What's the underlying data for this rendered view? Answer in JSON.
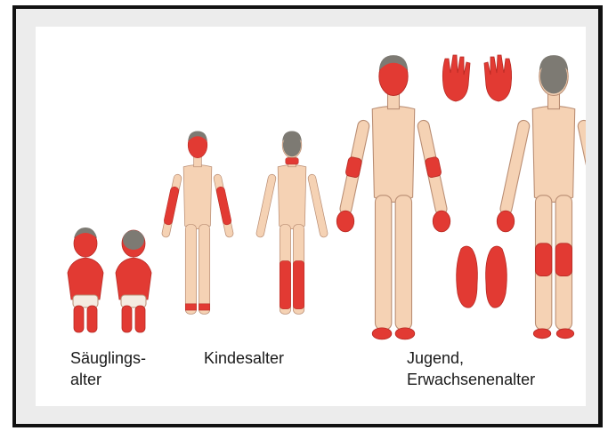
{
  "colors": {
    "skin": "#f5d2b4",
    "skin_outline": "#b98d73",
    "eczema": "#e23a33",
    "hair": "#7d7a73",
    "diaper": "#f4ebe1",
    "frame": "#111111",
    "background": "#ececec"
  },
  "labels": {
    "infant": [
      "Säuglings-",
      "alter"
    ],
    "child": [
      "Kindesalter"
    ],
    "adult": [
      "Jugend,",
      "Erwachsenenalter"
    ]
  }
}
